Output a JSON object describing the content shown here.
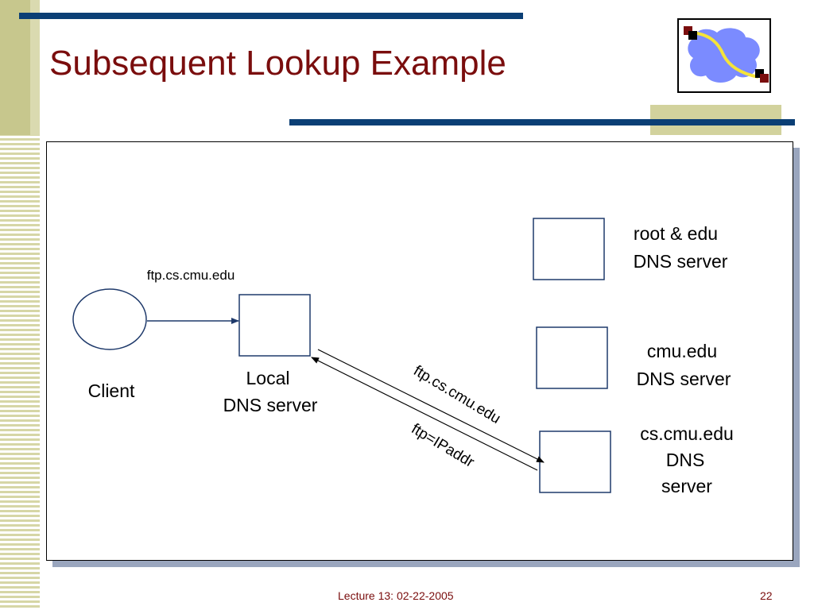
{
  "title": "Subsequent Lookup Example",
  "footer": {
    "lecture": "Lecture 13: 02-22-2005",
    "page": "22"
  },
  "diagram": {
    "query_label": "ftp.cs.cmu.edu",
    "client_label": "Client",
    "local_dns_label": [
      "Local",
      "DNS server"
    ],
    "root_dns_label": [
      "root & edu",
      "DNS server"
    ],
    "cmu_dns_label": [
      "cmu.edu",
      "DNS server"
    ],
    "cs_dns_label": [
      "cs.cmu.edu",
      "DNS",
      "server"
    ],
    "request_arrow_label": "ftp.cs.cmu.edu",
    "reply_arrow_label": "ftp=IPaddr"
  },
  "colors": {
    "title": "#7a0d0d",
    "accent_bar": "#0b3f75",
    "box_stroke": "#1f3a6b"
  }
}
